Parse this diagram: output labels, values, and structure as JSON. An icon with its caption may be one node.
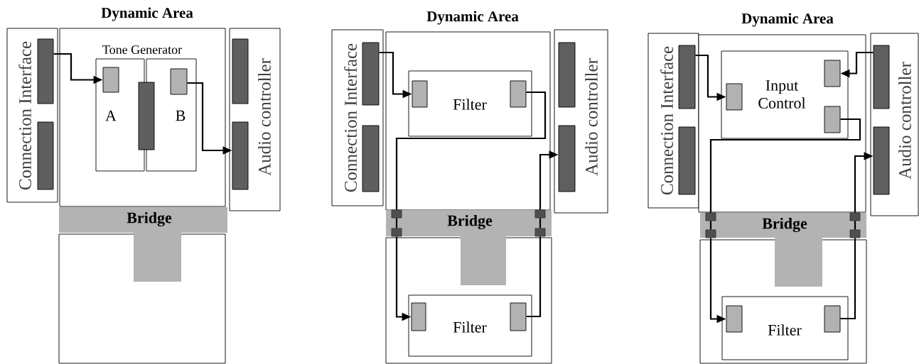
{
  "diagram": {
    "nodes": [
      {
        "text": [
          "Connection Interface"
        ]
      },
      {
        "text": [],
        "shape": "bar",
        "in": 0
      },
      {
        "text": [],
        "shape": "bar",
        "in": 0
      },
      {
        "text": [
          "Dynamic Area"
        ]
      },
      {
        "text": [
          "A"
        ],
        "in": 3
      },
      {
        "text": [],
        "shape": "box",
        "in": 4
      },
      {
        "text": [
          "B"
        ],
        "in": 3
      },
      {
        "text": [],
        "shape": "box",
        "in": 6
      },
      {
        "text": [],
        "shape": "bar",
        "in": 3
      },
      {
        "text": [
          "Audio controller"
        ]
      },
      {
        "text": [],
        "shape": "bar",
        "in": 9
      },
      {
        "text": [],
        "shape": "bar",
        "in": 9
      },
      {
        "text": [
          "Bridge"
        ]
      },
      {
        "text": [],
        "shape": "box"
      },
      {
        "text": [
          "Connection Interface"
        ]
      },
      {
        "text": [],
        "shape": "bar",
        "in": 14
      },
      {
        "text": [],
        "shape": "bar",
        "in": 14
      },
      {
        "text": [
          "Dynamic Area"
        ]
      },
      {
        "text": [
          "Filter"
        ],
        "in": 17
      },
      {
        "text": [],
        "shape": "box",
        "in": 18
      },
      {
        "text": [],
        "shape": "box",
        "in": 18
      },
      {
        "text": [
          "Audio controller"
        ]
      },
      {
        "text": [],
        "shape": "bar",
        "in": 21
      },
      {
        "text": [],
        "shape": "bar",
        "in": 21
      },
      {
        "text": [
          "Bridge"
        ]
      },
      {
        "text": [],
        "shape": "box",
        "in": 24
      },
      {
        "text": [],
        "shape": "box",
        "in": 24
      },
      {
        "text": [],
        "shape": "box",
        "in": 24
      },
      {
        "text": [],
        "shape": "box",
        "in": 24
      },
      {
        "text": [],
        "shape": "box"
      },
      {
        "text": [
          "Filter"
        ],
        "in": 29
      },
      {
        "text": [],
        "shape": "box",
        "in": 30
      },
      {
        "text": [],
        "shape": "box",
        "in": 30
      },
      {
        "text": [
          "Connection Interface"
        ]
      },
      {
        "text": [],
        "shape": "bar",
        "in": 33
      },
      {
        "text": [],
        "shape": "bar",
        "in": 33
      },
      {
        "text": [
          "Dynamic Area"
        ]
      },
      {
        "text": [
          "Input Control"
        ],
        "in": 36
      },
      {
        "text": [],
        "shape": "box",
        "in": 37
      },
      {
        "text": [],
        "shape": "box",
        "in": 37
      },
      {
        "text": [],
        "shape": "box",
        "in": 37
      },
      {
        "text": [
          "Audio controller"
        ]
      },
      {
        "text": [],
        "shape": "bar",
        "in": 41
      },
      {
        "text": [],
        "shape": "bar",
        "in": 41
      },
      {
        "text": [
          "Bridge"
        ]
      },
      {
        "text": [],
        "shape": "box",
        "in": 44
      },
      {
        "text": [],
        "shape": "box",
        "in": 44
      },
      {
        "text": [],
        "shape": "box",
        "in": 44
      },
      {
        "text": [],
        "shape": "box",
        "in": 44
      },
      {
        "text": [],
        "shape": "box"
      },
      {
        "text": [
          "Filter"
        ],
        "in": 49
      },
      {
        "text": [],
        "shape": "box",
        "in": 50
      },
      {
        "text": [],
        "shape": "box",
        "in": 50
      }
    ],
    "edges": [
      {
        "from": 1,
        "to": 5,
        "arrow": "to"
      },
      {
        "from": 7,
        "to": 11,
        "arrow": "to"
      },
      {
        "from": 15,
        "to": 19,
        "arrow": "to"
      },
      {
        "from": 20,
        "to": 25,
        "arrow": "none"
      },
      {
        "from": 25,
        "to": 26,
        "arrow": "none"
      },
      {
        "from": 26,
        "to": 31,
        "arrow": "to"
      },
      {
        "from": 32,
        "to": 28,
        "arrow": "none"
      },
      {
        "from": 28,
        "to": 27,
        "arrow": "none"
      },
      {
        "from": 27,
        "to": 23,
        "arrow": "to"
      },
      {
        "from": 34,
        "to": 38,
        "arrow": "to"
      },
      {
        "from": 42,
        "to": 39,
        "arrow": "to"
      },
      {
        "from": 40,
        "to": 45,
        "arrow": "none"
      },
      {
        "from": 45,
        "to": 46,
        "arrow": "none"
      },
      {
        "from": 46,
        "to": 51,
        "arrow": "to"
      },
      {
        "from": 52,
        "to": 48,
        "arrow": "none"
      },
      {
        "from": 48,
        "to": 47,
        "arrow": "none"
      },
      {
        "from": 47,
        "to": 43,
        "arrow": "to"
      }
    ],
    "labels": [
      "Tone Generator"
    ]
  }
}
